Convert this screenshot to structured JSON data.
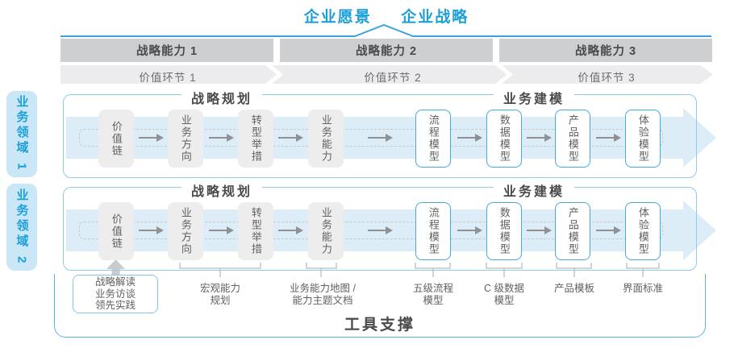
{
  "header": {
    "vision": "企业愿景",
    "strategy": "企业战略"
  },
  "capabilities": [
    "战略能力 1",
    "战略能力 2",
    "战略能力 3"
  ],
  "value_links": [
    "价值环节 1",
    "价值环节 2",
    "价值环节 3"
  ],
  "domains": [
    "业务领域 1",
    "业务领域 2"
  ],
  "flow_row": {
    "planning_title": "战略规划",
    "modeling_title": "业务建模",
    "boxes": [
      "价值链",
      "业务方向",
      "转型举措",
      "业务能力",
      "流程模型",
      "数据模型",
      "产品模型",
      "体验模型"
    ]
  },
  "annotations": {
    "practice_box": {
      "line1": "战略解读",
      "line2": "业务访谈",
      "line3": "领先实践"
    },
    "items": [
      {
        "line1": "宏观能力",
        "line2": "规划"
      },
      {
        "line1": "业务能力地图 /",
        "line2": "能力主题文档"
      },
      {
        "line1": "五级流程",
        "line2": "模型"
      },
      {
        "line1": "C 级数据",
        "line2": "模型"
      },
      {
        "line1": "产品模板",
        "line2": ""
      },
      {
        "line1": "界面标准",
        "line2": ""
      }
    ]
  },
  "footer": {
    "tool_support": "工具支撑"
  },
  "colors": {
    "accent": "#1b9fd8",
    "top_line": "#39a5da",
    "bar_gray": "#cdcfd0",
    "band_gray": "#ececee",
    "box_gray": "#ededee",
    "box_border_blue": "#45a9da",
    "frame_border": "#8ecbe8",
    "big_arrow_fill": "#ddedf8",
    "domain_bg": "#c9e7f6",
    "connector_gray": "#b5b7b9",
    "up_arrow_gray": "#c9cacb",
    "text_dark": "#4a4a4b",
    "text_gray": "#5f6163"
  }
}
